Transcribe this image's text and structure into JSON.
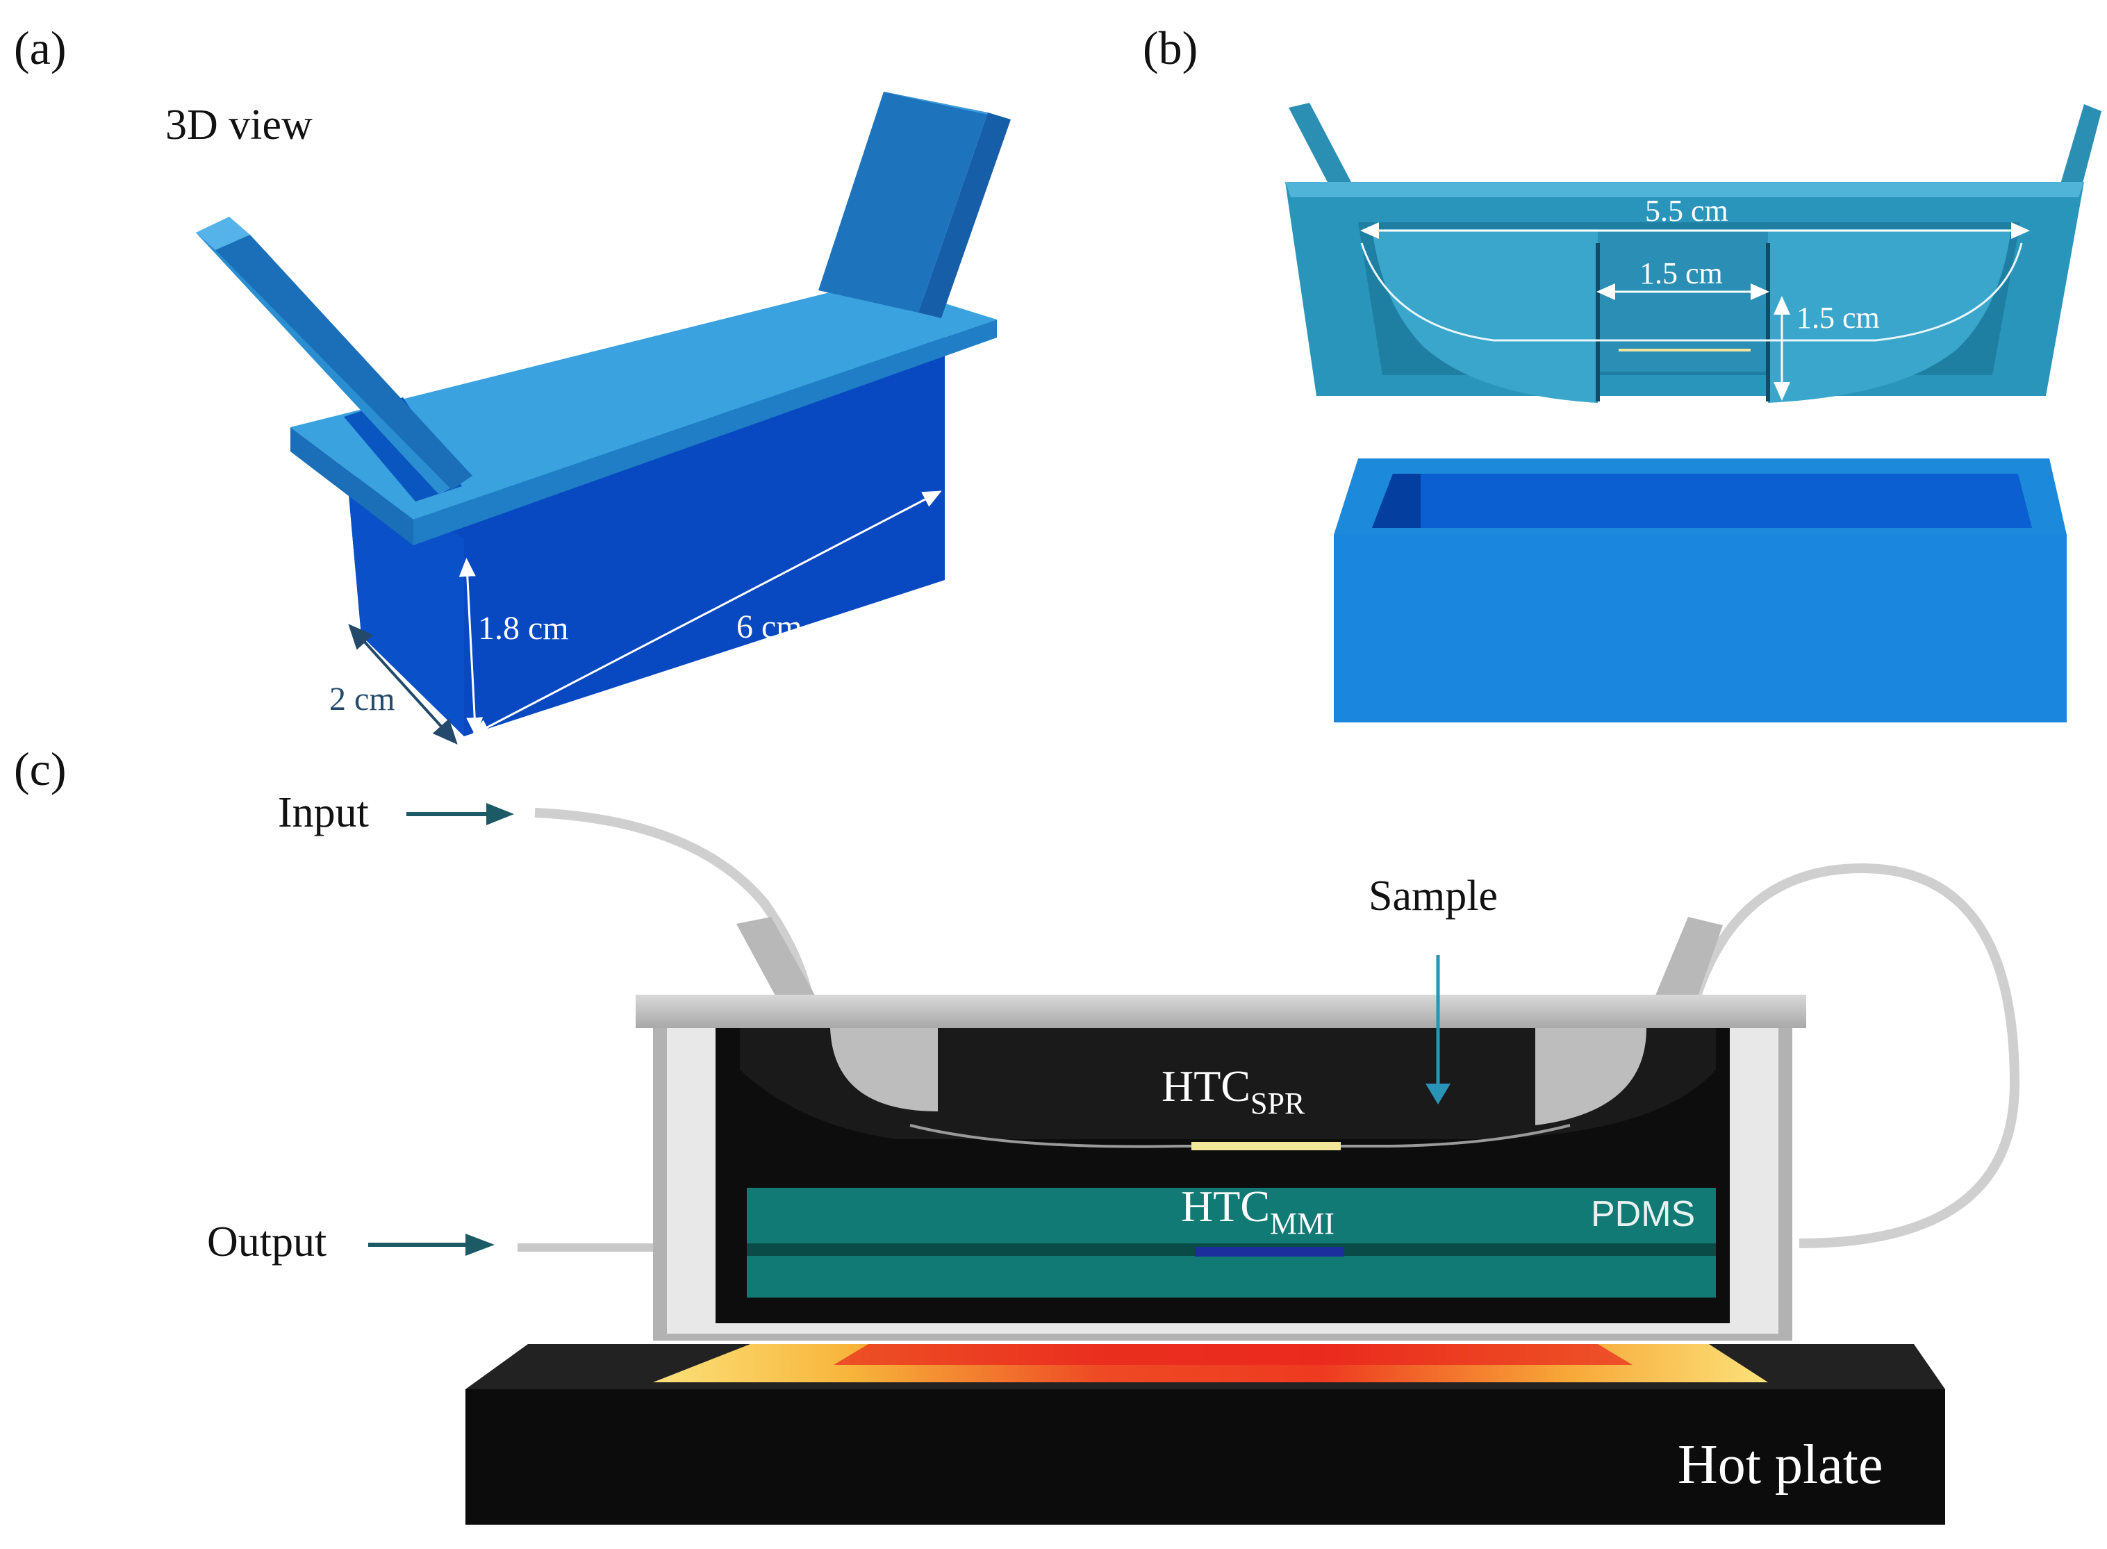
{
  "panels": {
    "a": {
      "label": "(a)",
      "view_label": "3D view",
      "dims": {
        "depth": "1.8 cm",
        "length": "6 cm",
        "width": "2 cm"
      }
    },
    "b": {
      "label": "(b)",
      "dims": {
        "span": "5.5 cm",
        "gap": "1.5 cm",
        "height": "1.5 cm"
      }
    },
    "c": {
      "label": "(c)",
      "labels": {
        "input": "Input",
        "output": "Output",
        "sample": "Sample",
        "htc_spr_main": "HTC",
        "htc_spr_sub": "SPR",
        "htc_mmi_main": "HTC",
        "htc_mmi_sub": "MMI",
        "pdms": "PDMS",
        "hot_plate": "Hot plate"
      }
    }
  },
  "colors": {
    "blue_light": "#3aa0dc",
    "blue_dark": "#0a4fc4",
    "teal": "#2a8fa8",
    "pdms": "#127a74",
    "arrow": "#1c5a66",
    "hot_yellow": "#f5c63a",
    "hot_red": "#e8241c"
  }
}
